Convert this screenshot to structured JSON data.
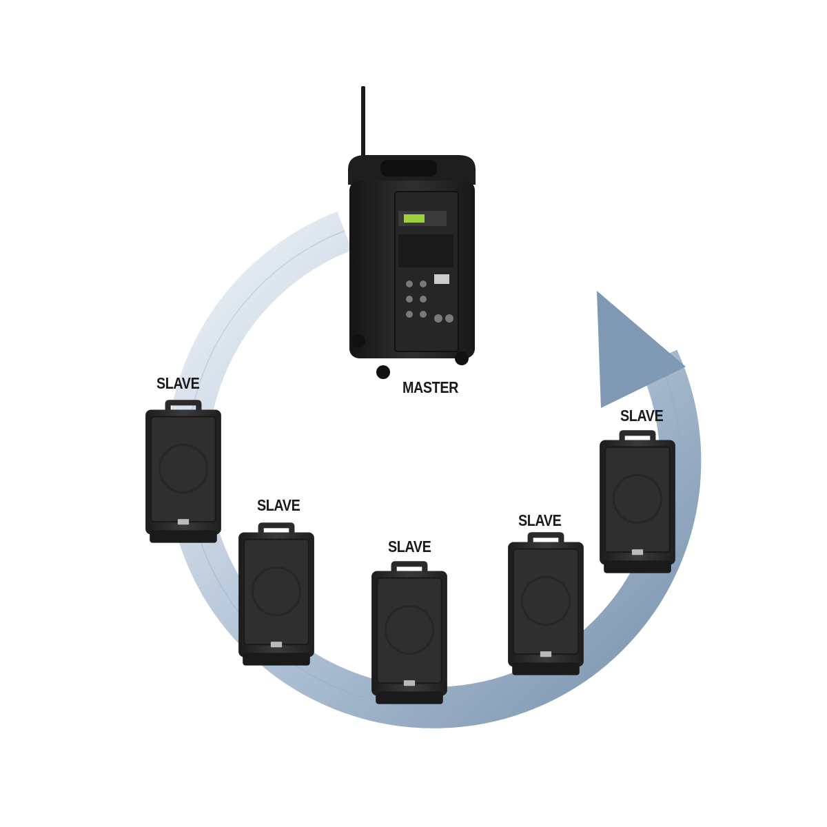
{
  "labels": {
    "master": "MASTER",
    "slave": "SLAVE"
  },
  "devices": [
    {
      "role": "master",
      "icon": "pa-system-icon"
    },
    {
      "role": "slave",
      "icon": "speaker-icon"
    },
    {
      "role": "slave",
      "icon": "speaker-icon"
    },
    {
      "role": "slave",
      "icon": "speaker-icon"
    },
    {
      "role": "slave",
      "icon": "speaker-icon"
    },
    {
      "role": "slave",
      "icon": "speaker-icon"
    }
  ],
  "colors": {
    "arrow_light": "#dfe8f1",
    "arrow_dark": "#7d97b3",
    "device_body": "#2b2b2b",
    "label_text": "#1a1a1a",
    "background": "#ffffff"
  }
}
